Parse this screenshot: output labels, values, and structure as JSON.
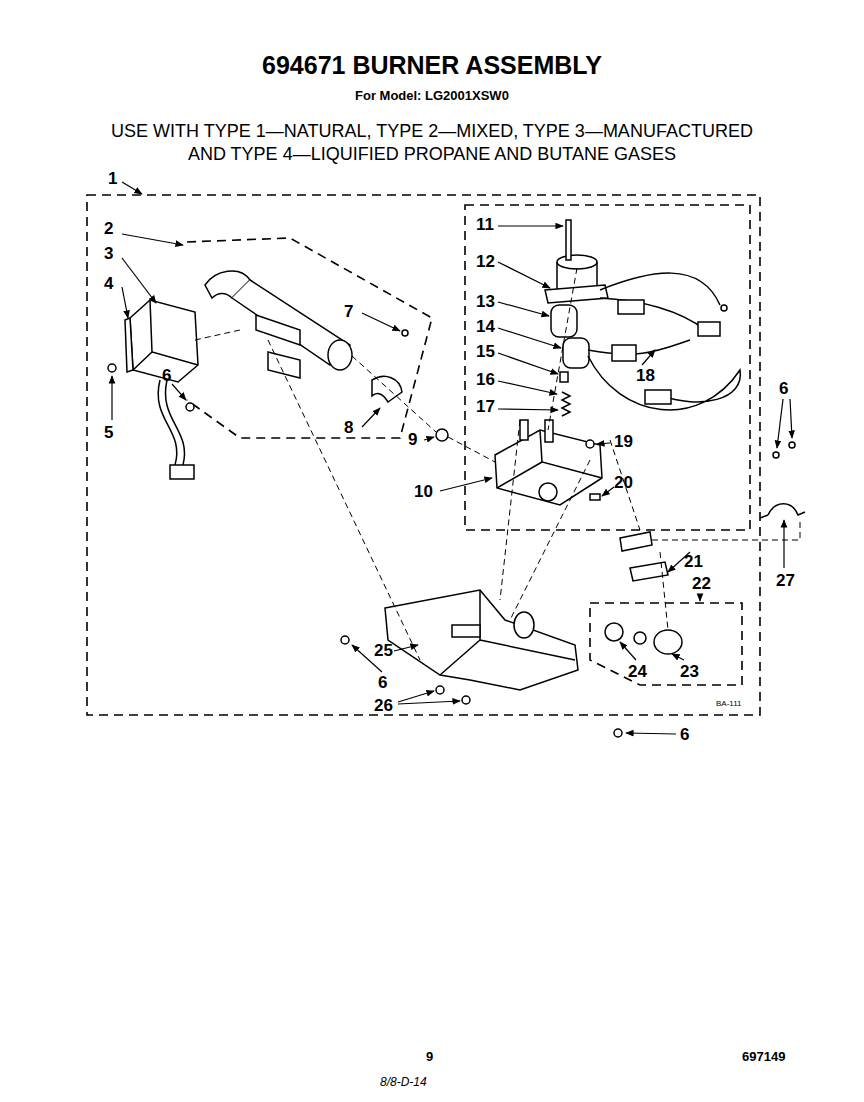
{
  "diagram": {
    "title": "694671 BURNER ASSEMBLY",
    "labels": [
      "For Model: LG2001XSW0",
      "USE WITH TYPE 1—NATURAL, TYPE 2—MIXED, TYPE 3—MANUFACTURED AND TYPE 4—LIQUIFIED PROPANE AND BUTANE GASES",
      "1",
      "2",
      "3",
      "4",
      "7",
      "6",
      "8",
      "5",
      "9",
      "10",
      "11",
      "12",
      "13",
      "14",
      "15",
      "16",
      "17",
      "18",
      "19",
      "20",
      "6",
      "21",
      "22",
      "27",
      "24",
      "23",
      "25",
      "6",
      "26",
      "6",
      "BA-111",
      "9",
      "697149",
      "8/8-D-14"
    ]
  }
}
